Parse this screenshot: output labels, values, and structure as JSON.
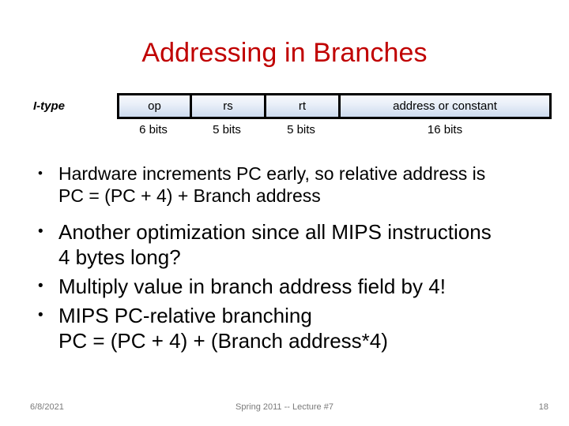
{
  "slide": {
    "title": "Addressing in Branches",
    "title_color": "#c00000"
  },
  "format_diagram": {
    "row_label": "I-type",
    "fields": [
      {
        "name": "op",
        "bits": "6 bits"
      },
      {
        "name": "rs",
        "bits": "5 bits"
      },
      {
        "name": "rt",
        "bits": "5 bits"
      },
      {
        "name": "address or constant",
        "bits": "16 bits"
      }
    ]
  },
  "bullets": [
    {
      "marker": "•",
      "text": "Hardware increments PC early, so relative address is\nPC = (PC + 4) + Branch address"
    },
    {
      "marker": "•",
      "text": "Another optimization since all MIPS instructions\n4 bytes long?"
    },
    {
      "marker": "•",
      "text": "Multiply value in branch address field by 4!"
    },
    {
      "marker": "•",
      "text": "MIPS PC-relative branching\nPC = (PC + 4) + (Branch address*4)"
    }
  ],
  "footer": {
    "date": "6/8/2021",
    "center": "Spring 2011 -- Lecture #7",
    "page": "18"
  }
}
